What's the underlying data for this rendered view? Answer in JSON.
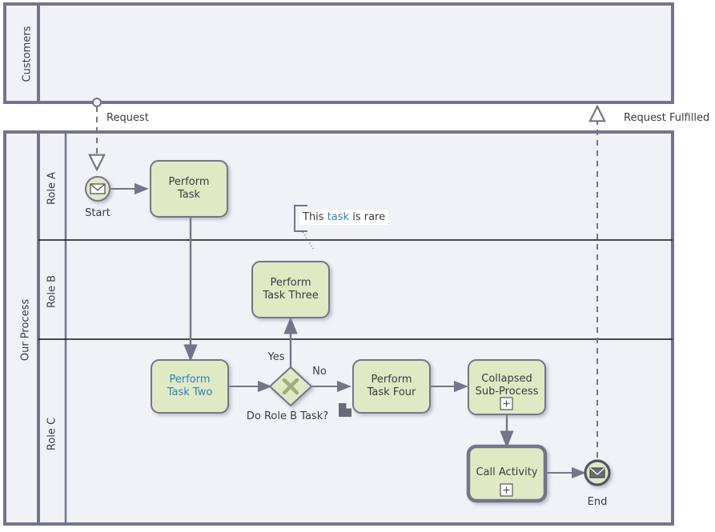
{
  "diagram": {
    "type": "bpmn-process-diagram",
    "colors": {
      "pool_border": "#74748a",
      "pool_fill": "#f1f2f7",
      "lane_divider": "#000000",
      "task_fill": "#dfe9c3",
      "task_border": "#74748a",
      "flow_stroke": "#74748a",
      "link_text": "#2f7fc4",
      "text": "#3b3b44",
      "event_fill": "#dfe9c3",
      "data_icon": "#6b6b78"
    },
    "pools": [
      {
        "id": "customers",
        "label": "Customers",
        "lanes": []
      },
      {
        "id": "our-process",
        "label": "Our Process",
        "lanes": [
          {
            "id": "role-a",
            "label": "Role A"
          },
          {
            "id": "role-b",
            "label": "Role B"
          },
          {
            "id": "role-c",
            "label": "Role C"
          }
        ]
      }
    ],
    "events": [
      {
        "id": "start",
        "label": "Start",
        "type": "message-start-event",
        "lane": "role-a"
      },
      {
        "id": "end",
        "label": "End",
        "type": "message-end-event",
        "lane": "role-c"
      }
    ],
    "tasks": [
      {
        "id": "perform-task",
        "label_lines": [
          "Perform",
          "Task"
        ],
        "lane": "role-a",
        "style": "task",
        "link": false
      },
      {
        "id": "perform-task-three",
        "label_lines": [
          "Perform",
          "Task Three"
        ],
        "lane": "role-b",
        "style": "task",
        "link": false
      },
      {
        "id": "perform-task-two",
        "label_lines": [
          "Perform",
          "Task Two"
        ],
        "lane": "role-c",
        "style": "task",
        "link": true
      },
      {
        "id": "perform-task-four",
        "label_lines": [
          "Perform",
          "Task Four"
        ],
        "lane": "role-c",
        "style": "task",
        "link": false
      },
      {
        "id": "collapsed-sub-process",
        "label_lines": [
          "Collapsed",
          "Sub-Process"
        ],
        "lane": "role-c",
        "style": "collapsed-sub-process",
        "marker": "plus",
        "link": false
      },
      {
        "id": "call-activity",
        "label_lines": [
          "Call Activity"
        ],
        "lane": "role-c",
        "style": "call-activity",
        "marker": "plus",
        "link": false
      }
    ],
    "gateways": [
      {
        "id": "do-role-b-task",
        "label": "Do Role B Task?",
        "type": "exclusive-gateway",
        "lane": "role-c"
      }
    ],
    "flow_labels": [
      {
        "id": "yes",
        "label": "Yes"
      },
      {
        "id": "no",
        "label": "No"
      }
    ],
    "message_flows": [
      {
        "id": "request",
        "label": "Request",
        "from": "customers",
        "to": "start"
      },
      {
        "id": "request-fulfilled",
        "label": "Request Fulfilled",
        "from": "end",
        "to": "customers"
      }
    ],
    "annotations": [
      {
        "id": "task-is-rare",
        "prefix": "This ",
        "link": "task",
        "suffix": " is rare",
        "attached_to": "perform-task-three"
      }
    ],
    "data_objects": [
      {
        "id": "gateway-data-object",
        "label": ""
      }
    ]
  }
}
